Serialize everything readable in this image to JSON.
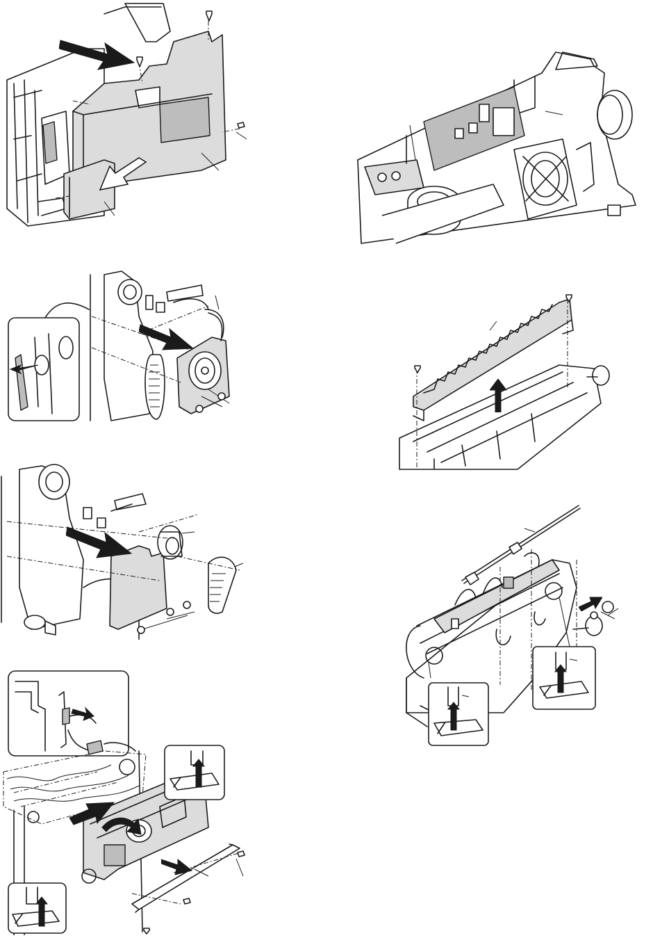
{
  "figures": [
    {
      "id": "fig-side-cover-removal"
    },
    {
      "id": "fig-control-pwb-detail"
    },
    {
      "id": "fig-motor-plate-with-inset"
    },
    {
      "id": "fig-paper-guide-removal"
    },
    {
      "id": "fig-motor-plate-exploded"
    },
    {
      "id": "fig-roller-shaft-removal"
    },
    {
      "id": "fig-paper-feed-unit-removal"
    }
  ],
  "icons": {
    "removal_arrow": "thick-arrow-icon",
    "screw": "screw-icon",
    "release_arrow": "up-arrow-icon"
  },
  "colors": {
    "line": "#1a1a1a",
    "panel_fill": "#dcdcdc",
    "background": "#ffffff"
  }
}
